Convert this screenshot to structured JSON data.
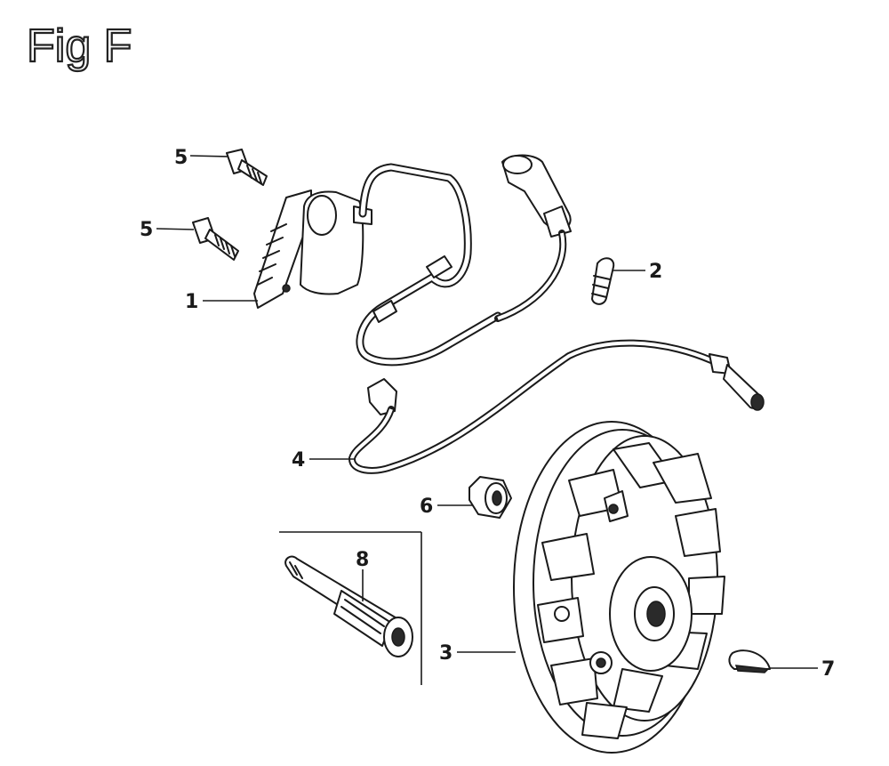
{
  "figure": {
    "title": "Fig F"
  },
  "callouts": [
    {
      "id": "c5a",
      "text": "5"
    },
    {
      "id": "c5b",
      "text": "5"
    },
    {
      "id": "c1",
      "text": "1"
    },
    {
      "id": "c2",
      "text": "2"
    },
    {
      "id": "c4",
      "text": "4"
    },
    {
      "id": "c6",
      "text": "6"
    },
    {
      "id": "c8",
      "text": "8"
    },
    {
      "id": "c3",
      "text": "3"
    },
    {
      "id": "c7",
      "text": "7"
    }
  ]
}
